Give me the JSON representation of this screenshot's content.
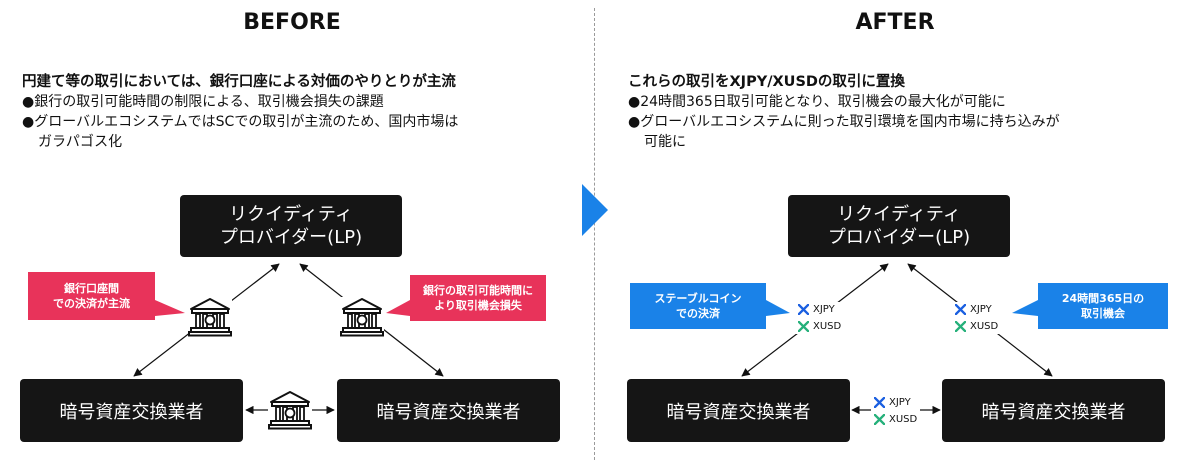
{
  "before": {
    "heading": "BEFORE",
    "lead": "円建て等の取引においては、銀行口座による対価のやりとりが主流",
    "bullets": [
      "●銀行の取引可能時間の制限による、取引機会損失の課題",
      "●グローバルエコシステムではSCでの取引が主流のため、国内市場は",
      "ガラパゴス化"
    ],
    "lp_line1": "リクイディティ",
    "lp_line2": "プロバイダー(LP)",
    "exchange_left": "暗号資産交換業者",
    "exchange_right": "暗号資産交換業者",
    "callout_left_l1": "銀行口座間",
    "callout_left_l2": "での決済が主流",
    "callout_right_l1": "銀行の取引可能時間に",
    "callout_right_l2": "より取引機会損失"
  },
  "after": {
    "heading": "AFTER",
    "lead": "これらの取引をXJPY/XUSDの取引に置換",
    "bullets": [
      "●24時間365日取引可能となり、取引機会の最大化が可能に",
      "●グローバルエコシステムに則った取引環境を国内市場に持ち込みが",
      "可能に"
    ],
    "lp_line1": "リクイディティ",
    "lp_line2": "プロバイダー(LP)",
    "exchange_left": "暗号資産交換業者",
    "exchange_right": "暗号資産交換業者",
    "callout_left_l1": "ステーブルコイン",
    "callout_left_l2": "での決済",
    "callout_right_l1": "24時間365日の",
    "callout_right_l2": "取引機会",
    "token_a": "XJPY",
    "token_b": "XUSD"
  },
  "colors": {
    "box": "#151515",
    "red": "#e8335a",
    "blue": "#1a82e8",
    "xjpy": "#1a5fe0",
    "xusd": "#25b07a"
  },
  "icons": [
    "bank-icon",
    "play-arrow-icon",
    "xjpy-logo-icon",
    "xusd-logo-icon"
  ]
}
